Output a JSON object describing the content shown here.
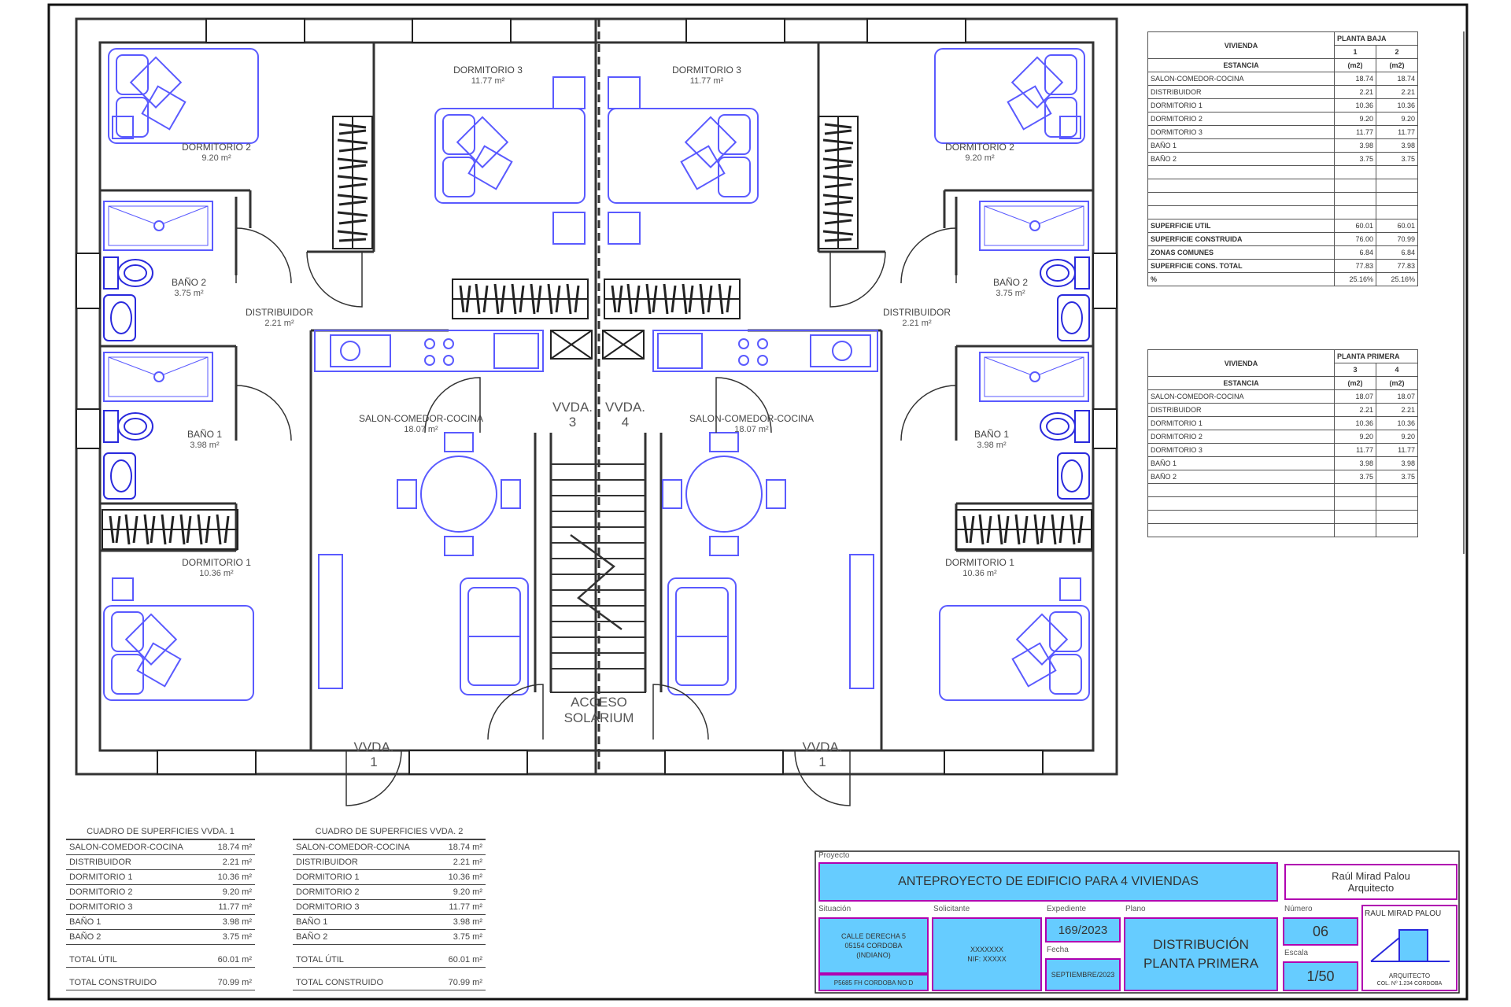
{
  "rooms": {
    "d2_left": {
      "name": "DORMITORIO 2",
      "area": "9.20 m²"
    },
    "d3_left": {
      "name": "DORMITORIO 3",
      "area": "11.77 m²"
    },
    "d3_right": {
      "name": "DORMITORIO 3",
      "area": "11.77 m²"
    },
    "d2_right": {
      "name": "DORMITORIO 2",
      "area": "9.20 m²"
    },
    "b2_left": {
      "name": "BAÑO 2",
      "area": "3.75 m²"
    },
    "b2_right": {
      "name": "BAÑO 2",
      "area": "3.75 m²"
    },
    "dist_left": {
      "name": "DISTRIBUIDOR",
      "area": "2.21 m²"
    },
    "dist_right": {
      "name": "DISTRIBUIDOR",
      "area": "2.21 m²"
    },
    "sal_left": {
      "name": "SALON-COMEDOR-COCINA",
      "area": "18.07 m²"
    },
    "sal_right": {
      "name": "SALON-COMEDOR-COCINA",
      "area": "18.07 m²"
    },
    "b1_left": {
      "name": "BAÑO 1",
      "area": "3.98 m²"
    },
    "b1_right": {
      "name": "BAÑO 1",
      "area": "3.98 m²"
    },
    "d1_left": {
      "name": "DORMITORIO 1",
      "area": "10.36 m²"
    },
    "d1_right": {
      "name": "DORMITORIO 1",
      "area": "10.36 m²"
    },
    "vvda3": {
      "name": "VVDA.",
      "num": "3"
    },
    "vvda4": {
      "name": "VVDA.",
      "num": "4"
    },
    "acceso": {
      "l1": "ACCESO",
      "l2": "SOLARIUM"
    },
    "vvda1_left": {
      "name": "VVDA.",
      "num": "1"
    },
    "vvda1_right": {
      "name": "VVDA.",
      "num": "1"
    }
  },
  "table_baja": {
    "h_vivienda": "VIVIENDA",
    "h_planta": "PLANTA BAJA",
    "cols": [
      "1",
      "2"
    ],
    "h_estancia": "ESTANCIA",
    "unit": "(m2)",
    "rows": [
      {
        "name": "SALON-COMEDOR-COCINA",
        "v": [
          "18.74",
          "18.74"
        ]
      },
      {
        "name": "DISTRIBUIDOR",
        "v": [
          "2.21",
          "2.21"
        ]
      },
      {
        "name": "DORMITORIO 1",
        "v": [
          "10.36",
          "10.36"
        ]
      },
      {
        "name": "DORMITORIO 2",
        "v": [
          "9.20",
          "9.20"
        ]
      },
      {
        "name": "DORMITORIO 3",
        "v": [
          "11.77",
          "11.77"
        ]
      },
      {
        "name": "BAÑO 1",
        "v": [
          "3.98",
          "3.98"
        ]
      },
      {
        "name": "BAÑO 2",
        "v": [
          "3.75",
          "3.75"
        ]
      }
    ],
    "totals": [
      {
        "name": "SUPERFICIE UTIL",
        "v": [
          "60.01",
          "60.01"
        ]
      },
      {
        "name": "SUPERFICIE CONSTRUIDA",
        "v": [
          "76.00",
          "70.99"
        ]
      },
      {
        "name": "ZONAS COMUNES",
        "v": [
          "6.84",
          "6.84"
        ]
      },
      {
        "name": "SUPERFICIE CONS. TOTAL",
        "v": [
          "77.83",
          "77.83"
        ]
      },
      {
        "name": "%",
        "v": [
          "25.16%",
          "25.16%"
        ]
      }
    ]
  },
  "table_primera": {
    "h_vivienda": "VIVIENDA",
    "h_planta": "PLANTA PRIMERA",
    "cols": [
      "3",
      "4"
    ],
    "h_estancia": "ESTANCIA",
    "unit": "(m2)",
    "rows": [
      {
        "name": "SALON-COMEDOR-COCINA",
        "v": [
          "18.07",
          "18.07"
        ]
      },
      {
        "name": "DISTRIBUIDOR",
        "v": [
          "2.21",
          "2.21"
        ]
      },
      {
        "name": "DORMITORIO 1",
        "v": [
          "10.36",
          "10.36"
        ]
      },
      {
        "name": "DORMITORIO 2",
        "v": [
          "9.20",
          "9.20"
        ]
      },
      {
        "name": "DORMITORIO 3",
        "v": [
          "11.77",
          "11.77"
        ]
      },
      {
        "name": "BAÑO 1",
        "v": [
          "3.98",
          "3.98"
        ]
      },
      {
        "name": "BAÑO 2",
        "v": [
          "3.75",
          "3.75"
        ]
      }
    ]
  },
  "cuadro1": {
    "caption": "CUADRO DE SUPERFICIES VVDA. 1",
    "rows": [
      {
        "name": "SALON-COMEDOR-COCINA",
        "v": "18.74 m²"
      },
      {
        "name": "DISTRIBUIDOR",
        "v": "2.21 m²"
      },
      {
        "name": "DORMITORIO 1",
        "v": "10.36 m²"
      },
      {
        "name": "DORMITORIO 2",
        "v": "9.20 m²"
      },
      {
        "name": "DORMITORIO 3",
        "v": "11.77 m²"
      },
      {
        "name": "BAÑO 1",
        "v": "3.98 m²"
      },
      {
        "name": "BAÑO 2",
        "v": "3.75 m²"
      }
    ],
    "total_util": {
      "name": "TOTAL ÚTIL",
      "v": "60.01 m²"
    },
    "total_cons": {
      "name": "TOTAL CONSTRUIDO",
      "v": "70.99 m²"
    }
  },
  "cuadro2": {
    "caption": "CUADRO DE SUPERFICIES VVDA. 2",
    "rows": [
      {
        "name": "SALON-COMEDOR-COCINA",
        "v": "18.74 m²"
      },
      {
        "name": "DISTRIBUIDOR",
        "v": "2.21 m²"
      },
      {
        "name": "DORMITORIO 1",
        "v": "10.36 m²"
      },
      {
        "name": "DORMITORIO 2",
        "v": "9.20 m²"
      },
      {
        "name": "DORMITORIO 3",
        "v": "11.77 m²"
      },
      {
        "name": "BAÑO 1",
        "v": "3.98 m²"
      },
      {
        "name": "BAÑO 2",
        "v": "3.75 m²"
      }
    ],
    "total_util": {
      "name": "TOTAL ÚTIL",
      "v": "60.01 m²"
    },
    "total_cons": {
      "name": "TOTAL CONSTRUIDO",
      "v": "70.99 m²"
    }
  },
  "titleblock": {
    "proyecto_label": "Proyecto",
    "proyecto": "ANTEPROYECTO DE EDIFICIO PARA 4 VIVIENDAS",
    "arquitecto_1": "Raúl Mirad Palou",
    "arquitecto_2": "Arquitecto",
    "situacion_label": "Situación",
    "situacion_1": "CALLE DERECHA 5",
    "situacion_2": "05154 CORDOBA",
    "situacion_3": "(INDIANO)",
    "situacion_4": "P5685 FH CORDOBA NO D",
    "solicitante_label": "Solicitante",
    "solicitante_1": "XXXXXXX",
    "solicitante_2": "NIF: XXXXX",
    "expediente_label": "Expediente",
    "expediente": "169/2023",
    "fecha_label": "Fecha",
    "fecha": "SEPTIEMBRE/2023",
    "plano_label": "Plano",
    "plano_1": "DISTRIBUCIÓN",
    "plano_2": "PLANTA PRIMERA",
    "numero_label": "Número",
    "numero": "06",
    "escala_label": "Escala",
    "escala": "1/50",
    "logo_text": "RAUL MIRAD PALOU",
    "logo_sub1": "ARQUITECTO",
    "logo_sub2": "COL. Nº 1.234 CORDOBA"
  },
  "colors": {
    "furniture": "#5a5aff",
    "wall": "#333333",
    "titlefill": "#66ccff",
    "titleborder": "#b000b0"
  }
}
